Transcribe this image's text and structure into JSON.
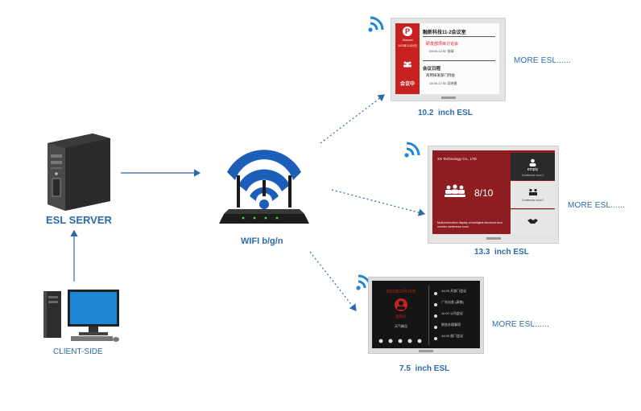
{
  "nodes": {
    "server_label": "ESL SERVER",
    "client_label": "CLIENT-SIDE",
    "wifi_label": "WIFI b/g/n"
  },
  "esl_devices": [
    {
      "size_label": "10.2  inch ESL",
      "more_label": "MORE ESL......",
      "brand_text": "Zkhotel",
      "date_text": "2023年11月8日",
      "status_text": "会议中",
      "title": "融新科技11-2会议室",
      "item1_title": "研发部项目讨论会",
      "item1_time": "09:00-12:00 张晴",
      "section2": "会议日程",
      "item2_title": "商用研发部门例会",
      "item2_time": "14:00-17:00 吴晓霞"
    },
    {
      "size_label": "13.3  inch ESL",
      "more_label": "MORE ESL......",
      "company": "XX Technology Co., LTD",
      "counter": "8/10",
      "status_top": "empty",
      "room_top": "Conference room 1",
      "room_mid": "Conference room 2",
      "footer_text": "Multi-information display of intelligent electronic door number conference room"
    },
    {
      "size_label": "7.5  inch ESL",
      "more_label": "MORE ESL......",
      "date_text": "2022年03月18日",
      "name_text": "张晓光",
      "weather_title": "天气概况",
      "schedule": [
        "14:00 开部门会议",
        "广东出差 (高铁)",
        "11:00 公司会议",
        "财务办理事项",
        "14:00 部门会议"
      ]
    }
  ],
  "colors": {
    "accent_blue": "#2a6aa8",
    "esl_red": "#c8201f",
    "esl_dark_red": "#8e1d22",
    "line": "#2a6aa8"
  }
}
